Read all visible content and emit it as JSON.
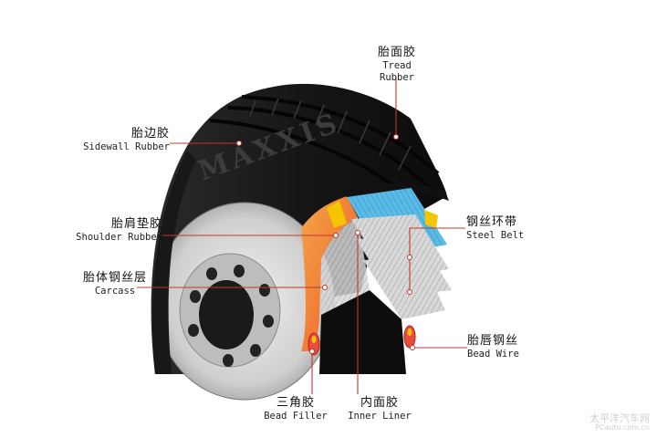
{
  "brand": "MAXXIS",
  "labels": {
    "tread_rubber": {
      "cn": "胎面胶",
      "en": "Tread Rubber"
    },
    "sidewall_rubber": {
      "cn": "胎边胶",
      "en": "Sidewall Rubber"
    },
    "shoulder_rubber": {
      "cn": "胎肩垫胶",
      "en": "Shoulder Rubber"
    },
    "carcass": {
      "cn": "胎体钢丝层",
      "en": "Carcass"
    },
    "steel_belt": {
      "cn": "钢丝环带",
      "en": "Steel Belt"
    },
    "bead_wire": {
      "cn": "胎唇钢丝",
      "en": "Bead Wire"
    },
    "bead_filler": {
      "cn": "三角胶",
      "en": "Bead Filler"
    },
    "inner_liner": {
      "cn": "内面胶",
      "en": "Inner Liner"
    }
  },
  "watermark": {
    "line1": "太平洋汽车网",
    "line2": "PCauto.com.cn"
  },
  "colors": {
    "leader": "#c0392b",
    "tire": "#1c1c1c",
    "belt_blue": "#3fa9dc",
    "bead": "#e74c3c",
    "filler": "#f5c400"
  }
}
